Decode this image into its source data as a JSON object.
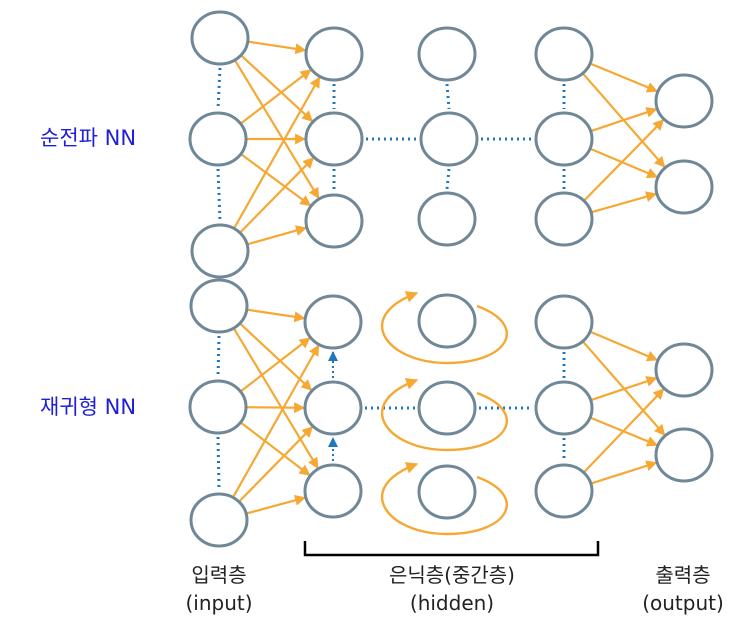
{
  "labels": {
    "feedforward": "순전파 NN",
    "recurrent": "재귀형 NN",
    "input": "입력층",
    "input_en": "(input)",
    "hidden": "은닉층(중간층)",
    "hidden_en": "(hidden)",
    "output": "출력층",
    "output_en": "(output)"
  },
  "colors": {
    "node_stroke": "#6f8797",
    "connection": "#f5a833",
    "dotted_link": "#1f77bd",
    "section_label": "#1f1fd6"
  }
}
